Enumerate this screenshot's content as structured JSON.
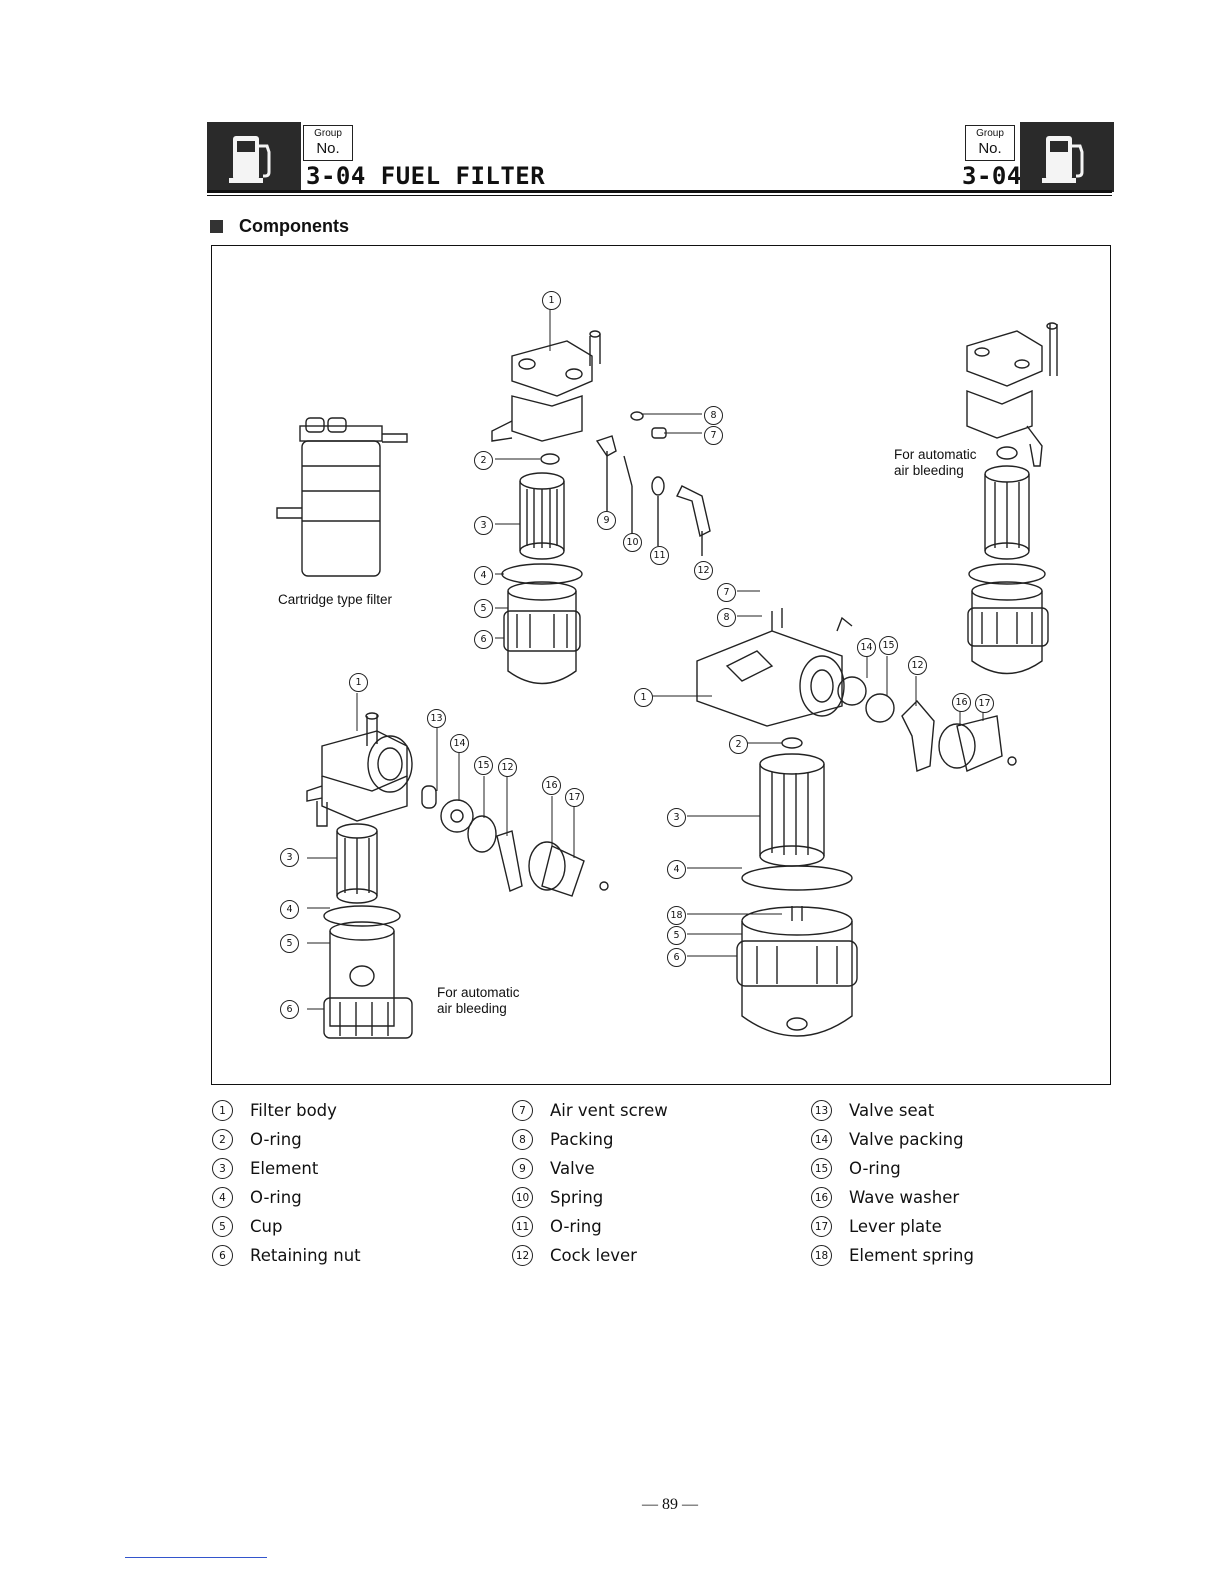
{
  "header": {
    "group_label": "Group",
    "no_label": "No.",
    "section_code": "3-04",
    "title": "FUEL FILTER",
    "title_full": "3-04 FUEL FILTER"
  },
  "section": {
    "title": "Components"
  },
  "diagram": {
    "captions": {
      "cartridge": "Cartridge type filter",
      "auto_bleed_top_line1": "For automatic",
      "auto_bleed_top_line2": "air bleeding",
      "auto_bleed_bottom_line1": "For automatic",
      "auto_bleed_bottom_line2": "air bleeding"
    },
    "callouts": {
      "c1": "1",
      "c2": "2",
      "c3": "3",
      "c4": "4",
      "c5": "5",
      "c6": "6",
      "c7": "7",
      "c8": "8",
      "c9": "9",
      "c10": "10",
      "c11": "11",
      "c12": "12",
      "c13": "13",
      "c14": "14",
      "c15": "15",
      "c16": "16",
      "c17": "17",
      "c18": "18"
    }
  },
  "legend": {
    "col1": [
      {
        "num": "1",
        "label": "Filter body"
      },
      {
        "num": "2",
        "label": "O-ring"
      },
      {
        "num": "3",
        "label": "Element"
      },
      {
        "num": "4",
        "label": "O-ring"
      },
      {
        "num": "5",
        "label": "Cup"
      },
      {
        "num": "6",
        "label": "Retaining nut"
      }
    ],
    "col2": [
      {
        "num": "7",
        "label": "Air vent screw"
      },
      {
        "num": "8",
        "label": "Packing"
      },
      {
        "num": "9",
        "label": "Valve"
      },
      {
        "num": "10",
        "label": "Spring"
      },
      {
        "num": "11",
        "label": "O-ring"
      },
      {
        "num": "12",
        "label": "Cock lever"
      }
    ],
    "col3": [
      {
        "num": "13",
        "label": "Valve seat"
      },
      {
        "num": "14",
        "label": "Valve packing"
      },
      {
        "num": "15",
        "label": "O-ring"
      },
      {
        "num": "16",
        "label": "Wave washer"
      },
      {
        "num": "17",
        "label": "Lever plate"
      },
      {
        "num": "18",
        "label": "Element spring"
      }
    ]
  },
  "footer": {
    "page_number": "— 89 —"
  }
}
